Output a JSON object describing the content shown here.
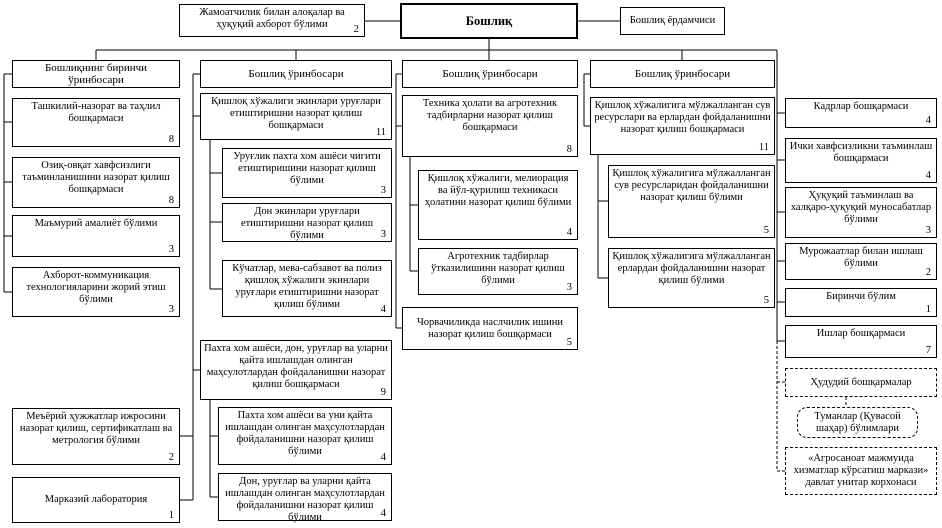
{
  "diagram": {
    "language": "uz-Cyrl",
    "nodes": [
      {
        "id": "public-relations-legal-info-dept",
        "label": "Жамоатчилик билан алоқалар ва ҳуқуқий ахборот бўлими",
        "count": "2"
      },
      {
        "id": "chief",
        "label": "Бошлиқ",
        "bold": true
      },
      {
        "id": "chief-assistant",
        "label": "Бошлиқ ёрдамчиси"
      },
      {
        "id": "first-deputy-chief",
        "label": "Бошлиқнинг биринчи ўринбосари",
        "header": true
      },
      {
        "id": "deputy-chief-2",
        "label": "Бошлиқ ўринбосари",
        "header": true
      },
      {
        "id": "deputy-chief-3",
        "label": "Бошлиқ ўринбосари",
        "header": true
      },
      {
        "id": "deputy-chief-4",
        "label": "Бошлиқ ўринбосари",
        "header": true
      },
      {
        "id": "org-control-analysis-dept",
        "label": "Ташкилий-назорат ва таҳлил бошқармаси",
        "count": "8"
      },
      {
        "id": "food-safety-control-dept",
        "label": "Озиқ-овқат хавфсизлиги таъминланишини назорат қилиш бошқармаси",
        "count": "8"
      },
      {
        "id": "admin-practice-div",
        "label": "Маъмурий амалиёт бўлими",
        "count": "3"
      },
      {
        "id": "ict-implementation-div",
        "label": "Ахборот-коммуникация технологияларини жорий этиш бўлими",
        "count": "3"
      },
      {
        "id": "normative-docs-certification-metrology-div",
        "label": "Меъёрий ҳужжатлар ижросини назорат қилиш, сертификатлаш ва метрология бўлими",
        "count": "2"
      },
      {
        "id": "central-laboratory",
        "label": "Марказий лаборатория",
        "count": "1"
      },
      {
        "id": "crop-seeds-control-dept",
        "label": "Қишлоқ хўжалиги экинлари уруғлари етиштиришни назорат қилиш бошқармаси",
        "count": "11"
      },
      {
        "id": "cotton-seed-raw-control-div",
        "label": "Уруғлик пахта хом ашёси чигити етиштиришини назорат қилиш бўлими",
        "count": "3"
      },
      {
        "id": "grain-seeds-control-div",
        "label": "Дон экинлари уруғлари етиштиришни назорат қилиш бўлими",
        "count": "3"
      },
      {
        "id": "seedlings-fruit-veg-control-div",
        "label": "Кўчатлар, мева-сабзавот ва полиз қишлоқ хўжалиги экинлари уруғлари етиштиришни назорат қилиш бўлими",
        "count": "4"
      },
      {
        "id": "cotton-grain-seeds-products-use-control-dept",
        "label": "Пахта хом ашёси, дон, уруғлар ва уларни қайта ишлашдан олинган маҳсулотлардан фойдаланишни назорат қилиш бошқармаси",
        "count": "9"
      },
      {
        "id": "cotton-products-use-control-div",
        "label": "Пахта хом ашёси ва уни қайта ишлашдан олинган маҳсулотлардан фойдаланишни назорат қилиш бўлими",
        "count": "4"
      },
      {
        "id": "grain-seeds-products-use-control-div",
        "label": "Дон, уруғлар ва уларни қайта ишлашдан олинган маҳсулотлардан фойдаланишни назорат қилиш бўлими",
        "count": "4"
      },
      {
        "id": "machinery-agrotech-control-dept",
        "label": "Техника ҳолати ва агротехник тадбирларни назорат қилиш бошқармаси",
        "count": "8"
      },
      {
        "id": "machinery-condition-control-div",
        "label": "Қишлоқ хўжалиги, мелиорация ва йўл-қурилиш техникаси ҳолатини назорат қилиш бўлими",
        "count": "4"
      },
      {
        "id": "agrotech-measures-control-div",
        "label": "Агротехник тадбирлар ўтказилишини назорат қилиш бўлими",
        "count": "3"
      },
      {
        "id": "livestock-breeding-control-dept",
        "label": "Чорвачиликда наслчилик ишини назорат қилиш бошқармаси",
        "count": "5"
      },
      {
        "id": "water-land-use-control-dept",
        "label": "Қишлоқ хўжалигига мўлжалланган сув ресурслари ва ерлардан фойдаланишни назорат қилиш бошқармаси",
        "count": "11"
      },
      {
        "id": "water-resources-use-control-div",
        "label": "Қишлоқ хўжалигига мўлжалланган сув ресурсларидан фойдаланишни назорат қилиш бўлими",
        "count": "5"
      },
      {
        "id": "land-use-control-div",
        "label": "Қишлоқ хўжалигига мўлжалланган ерлардан фойдаланишни назорат қилиш бўлими",
        "count": "5"
      },
      {
        "id": "hr-dept",
        "label": "Кадрлар бошқармаси",
        "count": "4"
      },
      {
        "id": "internal-security-dept",
        "label": "Ички хавфсизликни таъминлаш бошқармаси",
        "count": "4"
      },
      {
        "id": "legal-intl-relations-div",
        "label": "Ҳуқуқий таъминлаш ва халқаро-ҳуқуқий муносабатлар бўлими",
        "count": "3"
      },
      {
        "id": "appeals-div",
        "label": "Мурожаатлар билан ишлаш бўлими",
        "count": "2"
      },
      {
        "id": "first-div",
        "label": "Биринчи бўлим",
        "count": "1"
      },
      {
        "id": "affairs-dept",
        "label": "Ишлар бошқармаси",
        "count": "7"
      },
      {
        "id": "territorial-depts",
        "label": "Ҳудудий бошқармалар",
        "dashed": true
      },
      {
        "id": "district-divisions",
        "label": "Туманлар (Қувасой шаҳар) бўлимлари",
        "dashed": true,
        "rounded": true
      },
      {
        "id": "agro-services-center",
        "label": "«Агросаноат мажмуида хизматлар кўрсатиш маркази» давлат унитар корхонаси",
        "dashed": true
      }
    ]
  }
}
